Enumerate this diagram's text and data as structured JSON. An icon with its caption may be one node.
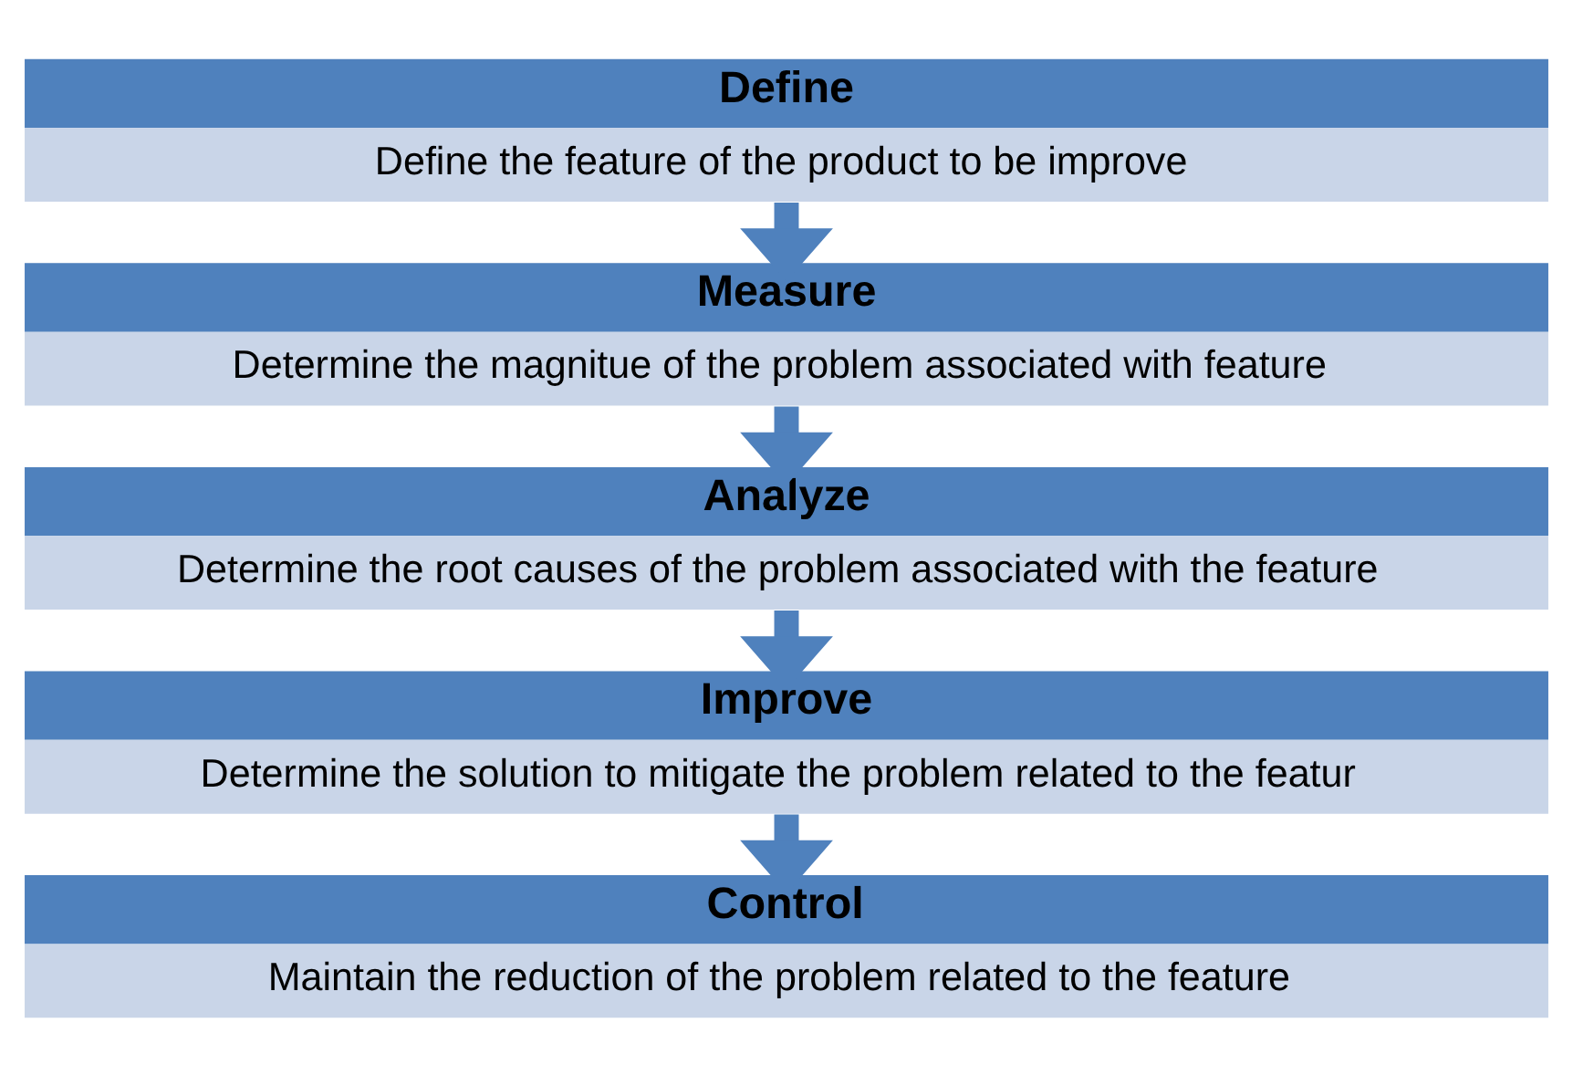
{
  "diagram": {
    "nodes": [
      {
        "text": [
          "Define",
          "Define the feature of the product to be improve"
        ]
      },
      {
        "text": [
          "Measure",
          "Determine the magnitue of the problem associated with feature"
        ]
      },
      {
        "text": [
          "Analyze",
          "Determine the root causes of the problem associated with the feature"
        ]
      },
      {
        "text": [
          "Improve",
          "Determine the solution to mitigate the problem related to the featur"
        ]
      },
      {
        "text": [
          "Control",
          "Maintain the reduction of the problem related to the feature"
        ]
      }
    ],
    "edges": [
      {
        "from": 0,
        "to": 1,
        "arrow": "to"
      },
      {
        "from": 1,
        "to": 2,
        "arrow": "to"
      },
      {
        "from": 2,
        "to": 3,
        "arrow": "to"
      },
      {
        "from": 3,
        "to": 4,
        "arrow": "to"
      }
    ]
  }
}
